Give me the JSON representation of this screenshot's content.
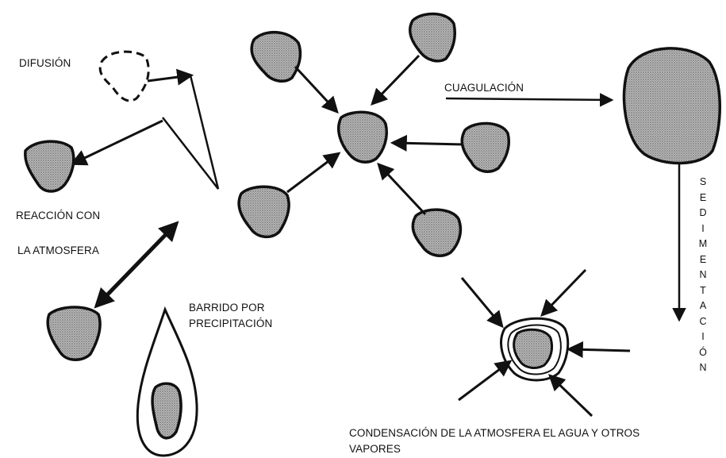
{
  "labels": {
    "difusion": "DIFUSIÓN",
    "reaccion_line1": "REACCIÓN CON",
    "reaccion_line2": "LA ATMOSFERA",
    "barrido_line1": "BARRIDO POR",
    "barrido_line2": "PRECIPITACIÓN",
    "cuagulacion": "CUAGULACIÓN",
    "condensacion_line1": "CONDENSACIÓN DE LA ATMOSFERA EL AGUA Y OTROS",
    "condensacion_line2": "VAPORES",
    "sedimentacion": "SEDIMENTACIÓN"
  },
  "colors": {
    "particle_fill": "#a8a8a8",
    "stroke": "#111111",
    "background": "#ffffff"
  }
}
